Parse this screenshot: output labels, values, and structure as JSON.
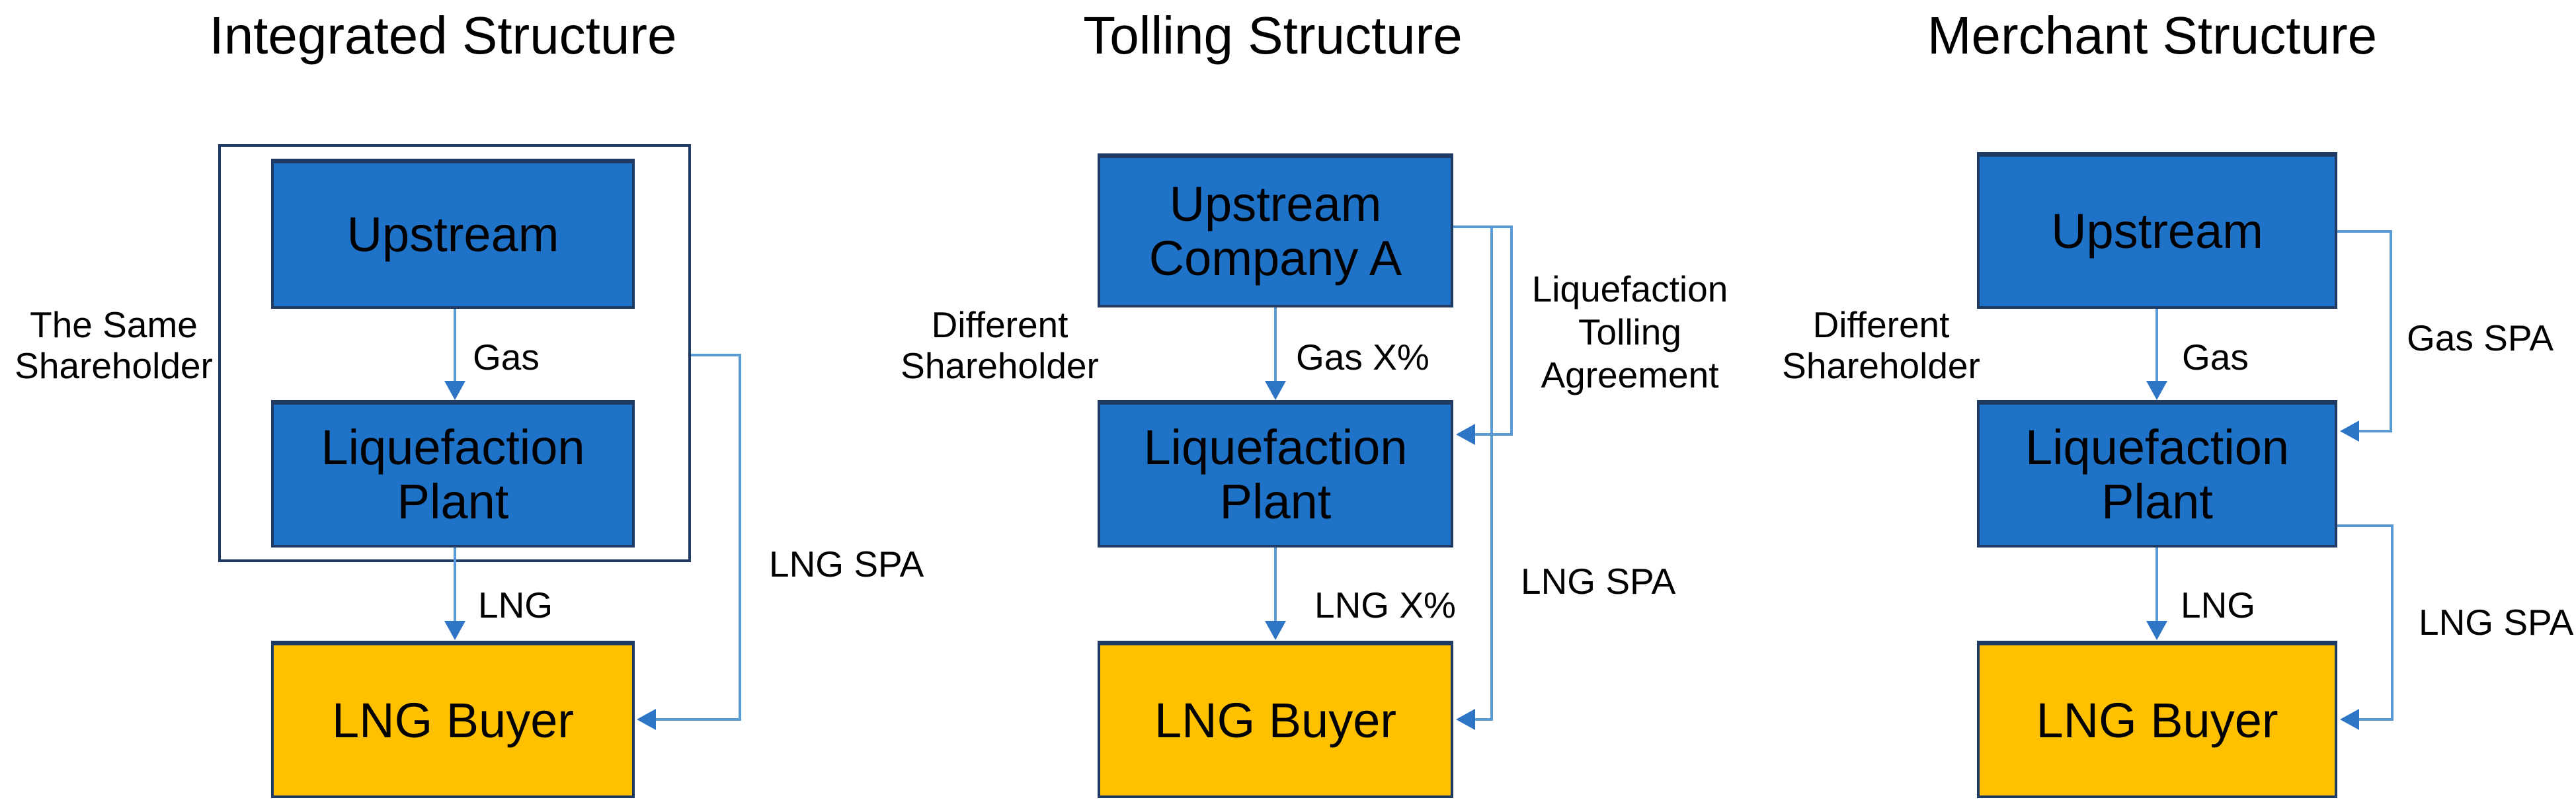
{
  "figure": {
    "description": "Three LNG project commercial structures diagram",
    "colors": {
      "box_fill_blue": "#1E73C8",
      "box_border_navy": "#1F3A63",
      "buyer_fill_yellow": "#FFC000",
      "connector_line_blue": "#5B9BD5",
      "arrowhead_blue": "#2E75C6",
      "text": "#000000",
      "background": "#ffffff"
    }
  },
  "panels": [
    {
      "title": "Integrated Structure",
      "shareholder": [
        "The Same",
        "Shareholder"
      ],
      "upstream": [
        "Upstream"
      ],
      "plant": [
        "Liquefaction",
        "Plant"
      ],
      "buyer": "LNG Buyer",
      "flow_top": "Gas",
      "flow_bottom": "LNG",
      "spa": "LNG SPA"
    },
    {
      "title": "Tolling Structure",
      "shareholder": [
        "Different",
        "Shareholder"
      ],
      "upstream": [
        "Upstream",
        "Company A"
      ],
      "plant": [
        "Liquefaction",
        "Plant"
      ],
      "buyer": "LNG Buyer",
      "flow_top": "Gas X%",
      "flow_bottom": "LNG X%",
      "tolling": [
        "Liquefaction",
        "Tolling",
        "Agreement"
      ],
      "spa": "LNG SPA"
    },
    {
      "title": "Merchant Structure",
      "shareholder": [
        "Different",
        "Shareholder"
      ],
      "upstream": [
        "Upstream"
      ],
      "plant": [
        "Liquefaction",
        "Plant"
      ],
      "buyer": "LNG Buyer",
      "flow_top": "Gas",
      "flow_bottom": "LNG",
      "gas_spa": "Gas SPA",
      "spa": "LNG SPA"
    }
  ]
}
